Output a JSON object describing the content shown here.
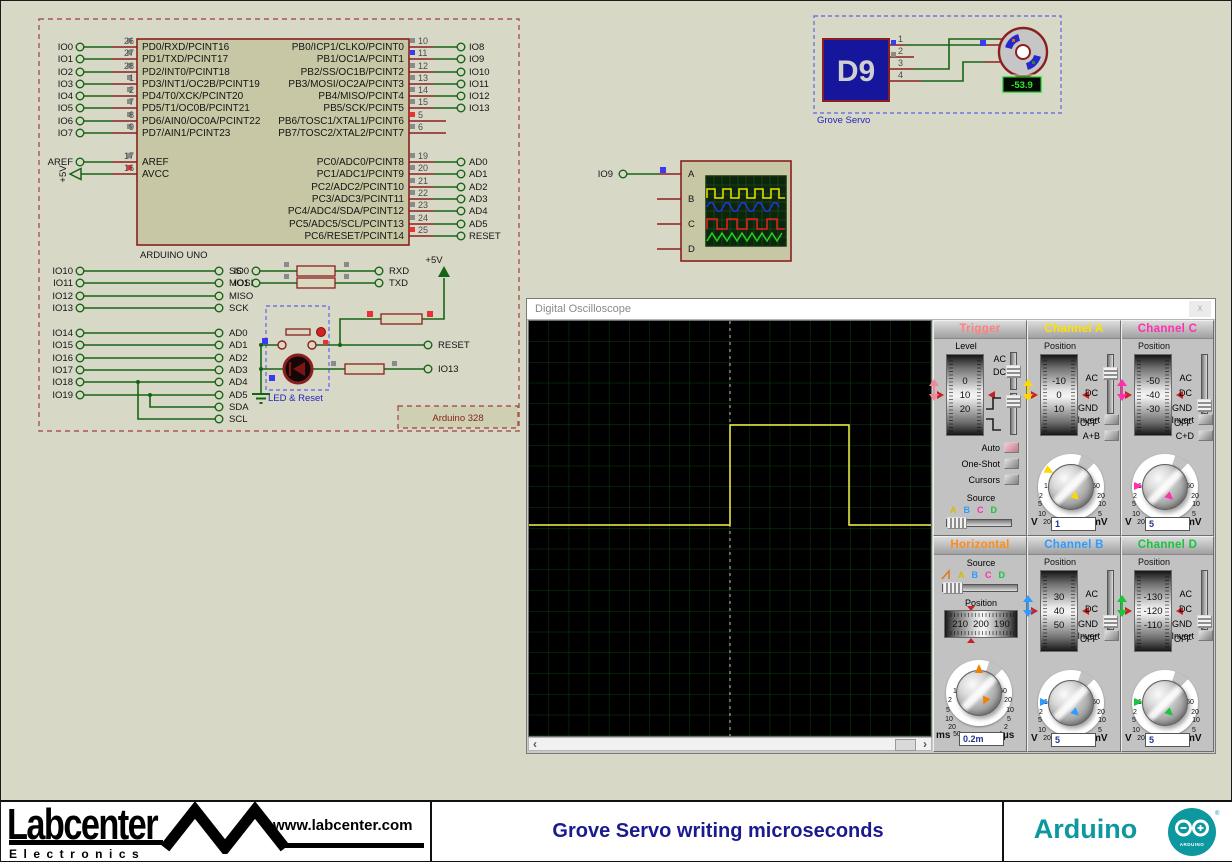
{
  "s": {
    "uno": "ARDUINO UNO",
    "L": [
      {
        "n": "26",
        "t": "PD0/RXD/PCINT16",
        "io": "IO0"
      },
      {
        "n": "27",
        "t": "PD1/TXD/PCINT17",
        "io": "IO1"
      },
      {
        "n": "28",
        "t": "PD2/INT0/PCINT18",
        "io": "IO2"
      },
      {
        "n": "1",
        "t": "PD3/INT1/OC2B/PCINT19",
        "io": "IO3"
      },
      {
        "n": "2",
        "t": "PD4/T0/XCK/PCINT20",
        "io": "IO4"
      },
      {
        "n": "7",
        "t": "PD5/T1/OC0B/PCINT21",
        "io": "IO5"
      },
      {
        "n": "8",
        "t": "PD6/AIN0/OC0A/PCINT22",
        "io": "IO6"
      },
      {
        "n": "9",
        "t": "PD7/AIN1/PCINT23",
        "io": "IO7"
      }
    ],
    "aref": {
      "n": "17",
      "t": "AREF",
      "io": "AREF"
    },
    "avcc": {
      "n": "16",
      "t": "AVCC"
    },
    "PB": [
      {
        "n": "10",
        "t": "PB0/ICP1/CLKO/PCINT0",
        "io": "IO8"
      },
      {
        "n": "11",
        "t": "PB1/OC1A/PCINT1",
        "io": "IO9"
      },
      {
        "n": "12",
        "t": "PB2/SS/OC1B/PCINT2",
        "io": "IO10"
      },
      {
        "n": "13",
        "t": "PB3/MOSI/OC2A/PCINT3",
        "io": "IO11"
      },
      {
        "n": "14",
        "t": "PB4/MISO/PCINT4",
        "io": "IO12"
      },
      {
        "n": "15",
        "t": "PB5/SCK/PCINT5",
        "io": "IO13"
      },
      {
        "n": "5",
        "t": "PB6/TOSC1/XTAL1/PCINT6",
        "io": ""
      },
      {
        "n": "6",
        "t": "PB7/TOSC2/XTAL2/PCINT7",
        "io": ""
      }
    ],
    "PC": [
      {
        "n": "19",
        "t": "PC0/ADC0/PCINT8",
        "io": "AD0"
      },
      {
        "n": "20",
        "t": "PC1/ADC1/PCINT9",
        "io": "AD1"
      },
      {
        "n": "21",
        "t": "PC2/ADC2/PCINT10",
        "io": "AD2"
      },
      {
        "n": "22",
        "t": "PC3/ADC3/PCINT11",
        "io": "AD3"
      },
      {
        "n": "23",
        "t": "PC4/ADC4/SDA/PCINT12",
        "io": "AD4"
      },
      {
        "n": "24",
        "t": "PC5/ADC5/SCL/PCINT13",
        "io": "AD5"
      },
      {
        "n": "25",
        "t": "PC6/RESET/PCINT14",
        "io": "RESET"
      }
    ],
    "SPI": [
      {
        "l": "IO10",
        "r": "SS"
      },
      {
        "l": "IO11",
        "r": "MOSI"
      },
      {
        "l": "IO12",
        "r": "MISO"
      },
      {
        "l": "IO13",
        "r": "SCK"
      }
    ],
    "ADC": [
      {
        "l": "IO14",
        "r": "AD0"
      },
      {
        "l": "IO15",
        "r": "AD1"
      },
      {
        "l": "IO16",
        "r": "AD2"
      },
      {
        "l": "IO17",
        "r": "AD3"
      },
      {
        "l": "IO18",
        "r": "AD4"
      },
      {
        "l": "IO19",
        "r": "AD5"
      }
    ],
    "I2C": [
      "SDA",
      "SCL"
    ],
    "SER": [
      {
        "l": "IO0",
        "r": "RXD"
      },
      {
        "l": "IO1",
        "r": "TXD"
      }
    ],
    "pw": "+5V",
    "reset": "RESET",
    "io13": "IO13",
    "ledreset": "LED & Reset",
    "module": "Arduino 328"
  },
  "servo": {
    "chip": "D9",
    "pins": [
      "1",
      "2",
      "3",
      "4"
    ],
    "value": "-53.9",
    "caption": "Grove Servo"
  },
  "mon": {
    "term": "IO9",
    "pins": [
      "A",
      "B",
      "C",
      "D"
    ]
  },
  "scope": {
    "title": "Digital Oscilloscope",
    "close": "x",
    "scroll": {
      "left": "‹",
      "right": "›"
    },
    "coupling": [
      "AC",
      "DC",
      "GND",
      "OFF"
    ],
    "vscale": [
      "0.5",
      "0.2",
      "0.1",
      "1",
      "2",
      "5",
      "10",
      "20",
      "50",
      "20",
      "10",
      "5",
      "2"
    ],
    "hscale": [
      "0.5",
      "0.2",
      "0.1",
      "1",
      "2",
      "5",
      "10",
      "20",
      "50",
      "100",
      "200",
      "50",
      "20",
      "10",
      "5",
      "2",
      "1",
      "0.5"
    ],
    "v_unit": "V",
    "mv_unit": "mV",
    "trigger": {
      "title": "Trigger",
      "level": "Level",
      "drum": [
        "0",
        "10",
        "20"
      ],
      "ac": "AC",
      "dc": "DC",
      "auto": "Auto",
      "oneshot": "One-Shot",
      "cursors": "Cursors",
      "source": "Source",
      "ch": [
        "A",
        "B",
        "C",
        "D"
      ]
    },
    "horizontal": {
      "title": "Horizontal",
      "source": "Source",
      "ch": [
        "A",
        "B",
        "C",
        "D"
      ],
      "position": "Position",
      "drum": [
        "210",
        "200",
        "190"
      ],
      "value": "0.2m",
      "ms": "ms",
      "us": "µs"
    },
    "a": {
      "title": "Channel A",
      "position": "Position",
      "drum": [
        "-10",
        "0",
        "10"
      ],
      "invert": "Invert",
      "sum": "A+B",
      "value": "1"
    },
    "b": {
      "title": "Channel B",
      "position": "Position",
      "drum": [
        "30",
        "40",
        "50"
      ],
      "invert": "Invert",
      "value": "5"
    },
    "c": {
      "title": "Channel C",
      "position": "Position",
      "drum": [
        "-50",
        "-40",
        "-30"
      ],
      "invert": "Invert",
      "sum": "C+D",
      "value": "5"
    },
    "d": {
      "title": "Channel D",
      "position": "Position",
      "drum": [
        "-130",
        "-120",
        "-110"
      ],
      "invert": "Invert",
      "value": "5"
    }
  },
  "footer": {
    "brand": "Labcenter",
    "sub": "Electronics",
    "url": "www.labcenter.com",
    "title": "Grove Servo writing microseconds",
    "platform": "Arduino",
    "logo": "ARDUINO"
  },
  "colors": {
    "wire": "#156415",
    "pin": "#8a1f1f",
    "chip_fill": "#c7c7a5",
    "trace": "#f5f542",
    "trigger": "#ff7f7f",
    "channel_a": "#ffe100",
    "channel_b": "#2e9bff",
    "channel_c": "#ff2fae",
    "channel_d": "#18c53c",
    "horizontal": "#ff8c1a",
    "arduino_teal": "#0d98a0",
    "title_navy": "#1b1b8f"
  }
}
